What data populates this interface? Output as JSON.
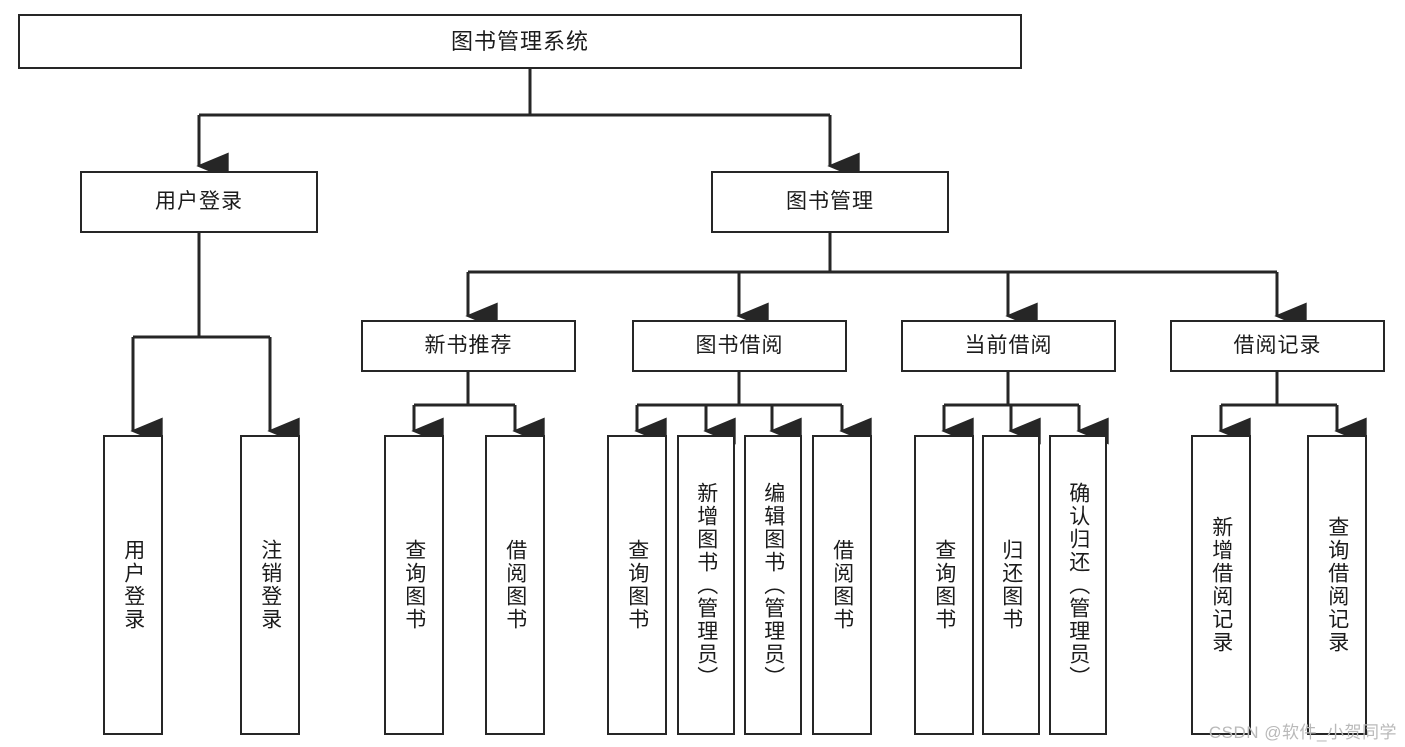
{
  "diagram": {
    "type": "tree",
    "title": "图书管理系统",
    "colors": {
      "box_border": "#262626",
      "box_fill": "#ffffff",
      "connector": "#262626",
      "text": "#1b1b1b",
      "watermark": "#b9b9b9",
      "background": "#ffffff"
    }
  },
  "nodes": {
    "root": {
      "label": "图书管理系统"
    },
    "level1": [
      {
        "id": "user-login",
        "label": "用户登录"
      },
      {
        "id": "book-management",
        "label": "图书管理"
      }
    ],
    "level2": [
      {
        "id": "new-book-recommend",
        "label": "新书推荐"
      },
      {
        "id": "book-borrow",
        "label": "图书借阅"
      },
      {
        "id": "current-borrow",
        "label": "当前借阅"
      },
      {
        "id": "borrow-record",
        "label": "借阅记录"
      }
    ],
    "leaves": {
      "user-login": [
        {
          "id": "leaf-user-login",
          "label": "用户登录"
        },
        {
          "id": "leaf-logout",
          "label": "注销登录"
        }
      ],
      "new-book-recommend": [
        {
          "id": "leaf-query-book-1",
          "label": "查询图书"
        },
        {
          "id": "leaf-borrow-book-1",
          "label": "借阅图书"
        }
      ],
      "book-borrow": [
        {
          "id": "leaf-query-book-2",
          "label": "查询图书"
        },
        {
          "id": "leaf-add-book",
          "label": "新增图书（管理员）"
        },
        {
          "id": "leaf-edit-book",
          "label": "编辑图书（管理员）"
        },
        {
          "id": "leaf-borrow-book-2",
          "label": "借阅图书"
        }
      ],
      "current-borrow": [
        {
          "id": "leaf-query-book-3",
          "label": "查询图书"
        },
        {
          "id": "leaf-return-book",
          "label": "归还图书"
        },
        {
          "id": "leaf-confirm-return",
          "label": "确认归还（管理员）"
        }
      ],
      "borrow-record": [
        {
          "id": "leaf-add-record",
          "label": "新增借阅记录"
        },
        {
          "id": "leaf-query-record",
          "label": "查询借阅记录"
        }
      ]
    }
  },
  "watermark": {
    "text": "CSDN @软件_小贺同学"
  }
}
